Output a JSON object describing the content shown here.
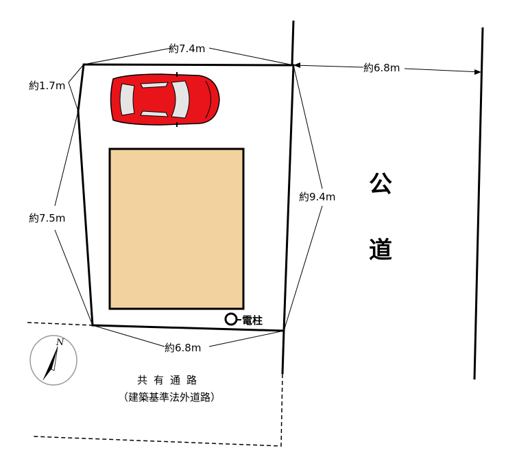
{
  "dimensions": {
    "top": "約7.4m",
    "corner": "約1.7m",
    "left": "約7.5m",
    "bottom": "約6.8m",
    "right": "約9.4m",
    "road_width": "約6.8m"
  },
  "road": {
    "char1": "公",
    "char2": "道"
  },
  "utility_pole": "電柱",
  "shared_path": {
    "title": "共有通路",
    "note": "（建築基準法外道路）"
  },
  "compass": {
    "north": "N"
  },
  "colors": {
    "building": "#f2d39f",
    "car": "#e8141a"
  }
}
